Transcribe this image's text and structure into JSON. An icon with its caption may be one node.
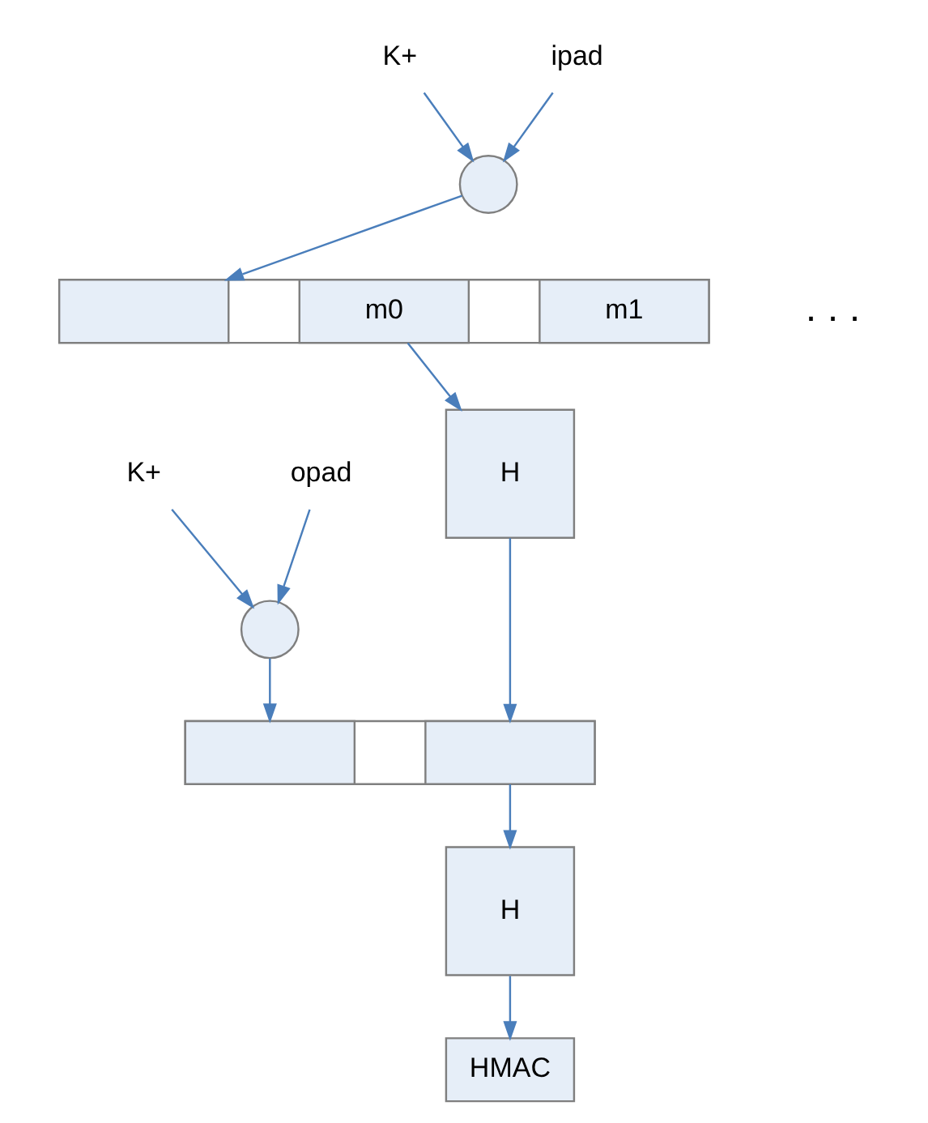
{
  "diagram": {
    "nodes": [
      {
        "text": [
          "K+"
        ]
      },
      {
        "text": [
          "ipad"
        ]
      },
      {
        "text": [],
        "shape": "circle"
      },
      {
        "text": [],
        "shape": "box"
      },
      {
        "text": [],
        "shape": "box",
        "in": 3
      },
      {
        "text": [
          "m0"
        ],
        "in": 3
      },
      {
        "text": [
          "m1"
        ],
        "in": 3
      },
      {
        "text": [
          "H"
        ]
      },
      {
        "text": [
          "K+"
        ]
      },
      {
        "text": [
          "opad"
        ]
      },
      {
        "text": [],
        "shape": "circle"
      },
      {
        "text": [],
        "shape": "box"
      },
      {
        "text": [],
        "shape": "box",
        "in": 11
      },
      {
        "text": [],
        "shape": "box",
        "in": 11
      },
      {
        "text": [
          "H"
        ]
      },
      {
        "text": [
          "HMAC"
        ]
      }
    ],
    "edges": [
      {
        "from": 0,
        "to": 2,
        "arrow": "to"
      },
      {
        "from": 1,
        "to": 2,
        "arrow": "to"
      },
      {
        "from": 2,
        "to": 4,
        "arrow": "to"
      },
      {
        "from": 3,
        "to": 7,
        "arrow": "to"
      },
      {
        "from": 8,
        "to": 10,
        "arrow": "to"
      },
      {
        "from": 9,
        "to": 10,
        "arrow": "to"
      },
      {
        "from": 10,
        "to": 12,
        "arrow": "to"
      },
      {
        "from": 7,
        "to": 13,
        "arrow": "to"
      },
      {
        "from": 11,
        "to": 14,
        "arrow": "to"
      },
      {
        "from": 14,
        "to": 15,
        "arrow": "to"
      }
    ],
    "labels": [
      ". . ."
    ]
  }
}
